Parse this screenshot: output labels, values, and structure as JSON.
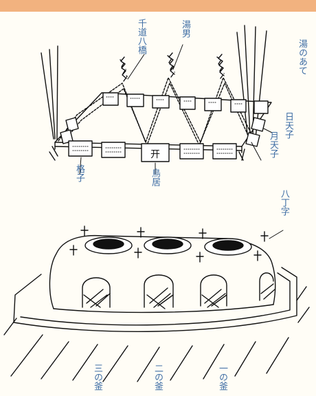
{
  "colors": {
    "top_band": "#f2b27f",
    "paper": "#fffdf6",
    "ink": "#111111",
    "label_blue": "#3f6ea5"
  },
  "labels": {
    "sendo_yatsuhashi": "千道八橋",
    "yuotoko": "湯男",
    "yu_no_ate": "湯のあて",
    "nittenshi": "日天子",
    "gattenshi": "月天子",
    "goushi": "格子",
    "torii": "鳥居",
    "hacchouji": "八丁字",
    "kama_3": "三の釜",
    "kama_2": "二の釜",
    "kama_1": "一の釜"
  },
  "paper_cuts": {
    "torii_glyph": "开"
  }
}
